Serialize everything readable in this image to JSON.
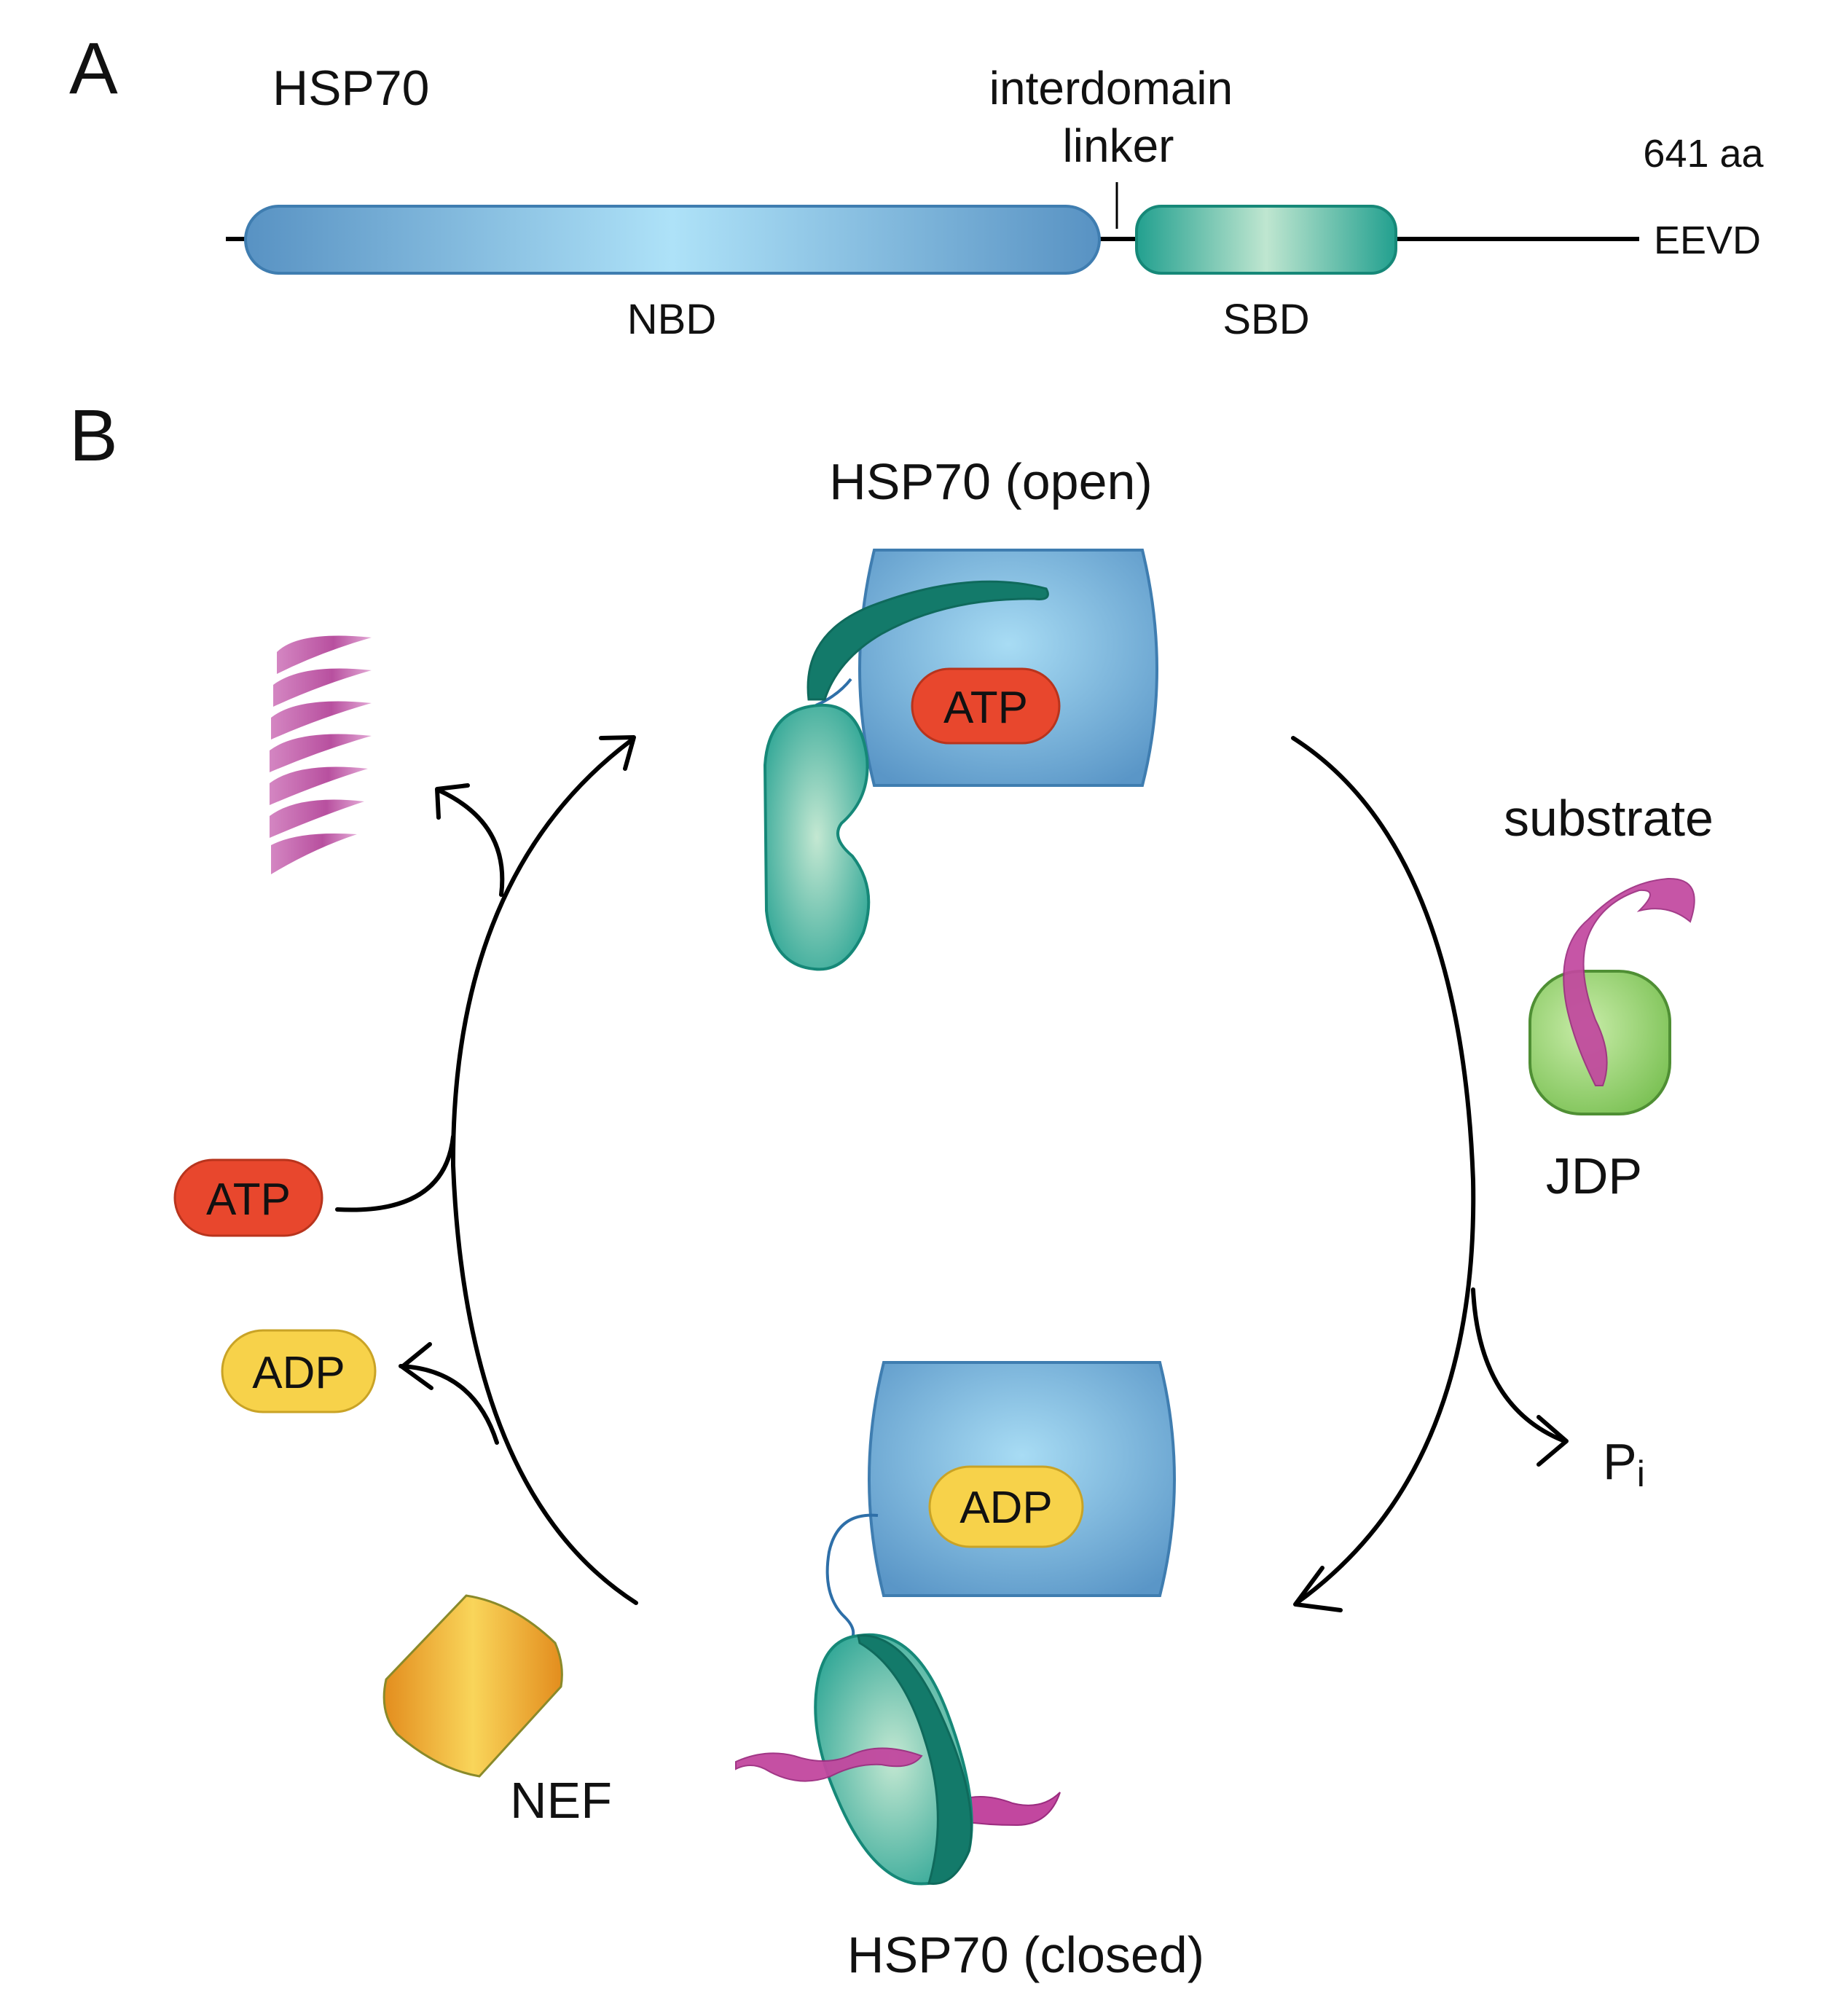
{
  "panel_a": {
    "letter": "A",
    "protein": "HSP70",
    "linker_label_line1": "interdomain",
    "linker_label_line2": "linker",
    "length": "641 aa",
    "c_terminus": "EEVD",
    "domain_nbd": "NBD",
    "domain_sbd": "SBD"
  },
  "panel_b": {
    "letter": "B",
    "open_state": "HSP70 (open)",
    "closed_state": "HSP70 (closed)",
    "atp_open": "ATP",
    "adp_closed": "ADP",
    "substrate": "substrate",
    "jdp": "JDP",
    "pi_main": "P",
    "pi_sub": "i",
    "atp_in": "ATP",
    "adp_out": "ADP",
    "nef": "NEF"
  },
  "colors": {
    "nbd_blue": "#5b98c8",
    "nbd_highlight": "#ade1f7",
    "sbd_teal": "#2aa89a",
    "sbd_lid_dark": "#137a6a",
    "atp_red": "#e8472d",
    "adp_yellow": "#f7d24a",
    "jdp_green": "#86c75c",
    "substrate_magenta": "#c2479f",
    "nef_orange": "#e9961f"
  }
}
